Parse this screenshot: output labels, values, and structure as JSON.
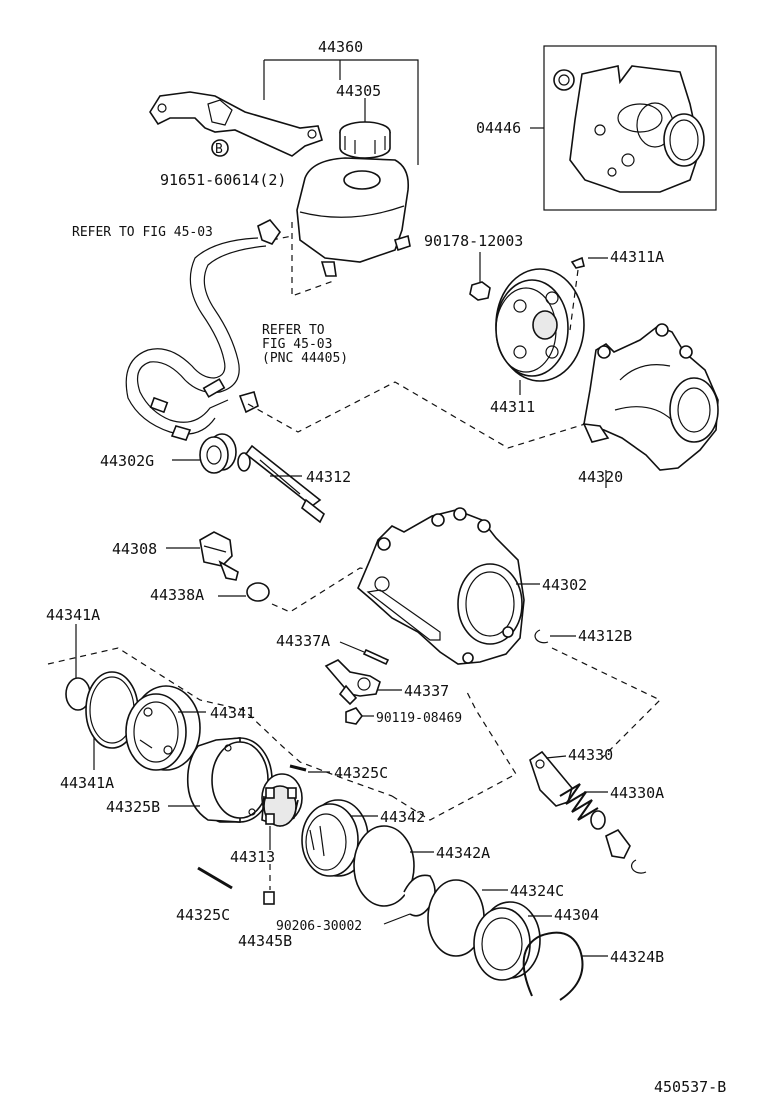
{
  "labels": {
    "p44360": "44360",
    "p44305": "44305",
    "p04446": "04446",
    "p91651": "91651-60614(2)",
    "badge_b": "B",
    "refer1": "REFER TO FIG 45-03",
    "p90178": "90178-12003",
    "p44311a": "44311A",
    "refer2_l1": "REFER TO",
    "refer2_l2": "FIG 45-03",
    "refer2_l3": "(PNC 44405)",
    "p44311": "44311",
    "p44320": "44320",
    "p44302g": "44302G",
    "p44312": "44312",
    "p44308": "44308",
    "p44338a": "44338A",
    "p44302": "44302",
    "p44341a_top": "44341A",
    "p44337a": "44337A",
    "p44312b": "44312B",
    "p44337": "44337",
    "p90119": "90119-08469",
    "p44341": "44341",
    "p44341a_bot": "44341A",
    "p44330": "44330",
    "p44325c_top": "44325C",
    "p44325b": "44325B",
    "p44330a": "44330A",
    "p44342": "44342",
    "p44313": "44313",
    "p44342a": "44342A",
    "p44324c": "44324C",
    "p44325c_bot": "44325C",
    "p90206": "90206-30002",
    "p44304": "44304",
    "p44345b": "44345B",
    "p44324b": "44324B",
    "figure_id": "450537-B"
  }
}
